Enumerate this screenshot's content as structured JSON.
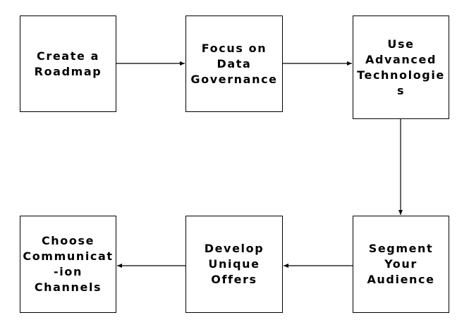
{
  "diagram": {
    "nodes": [
      {
        "id": "create-roadmap",
        "lines": [
          "Create a",
          "Roadmap"
        ]
      },
      {
        "id": "data-governance",
        "lines": [
          "Focus on",
          "Data",
          "Governance"
        ]
      },
      {
        "id": "advanced-tech",
        "lines": [
          "Use",
          "Advanced",
          "Technologie",
          "s"
        ]
      },
      {
        "id": "segment-audience",
        "lines": [
          "Segment",
          "Your",
          "Audience"
        ]
      },
      {
        "id": "unique-offers",
        "lines": [
          "Develop",
          "Unique",
          "Offers"
        ]
      },
      {
        "id": "communication-channels",
        "lines": [
          "Choose",
          "Communicat",
          "-ion",
          "Channels"
        ]
      }
    ],
    "edges": [
      {
        "from": "create-roadmap",
        "to": "data-governance"
      },
      {
        "from": "data-governance",
        "to": "advanced-tech"
      },
      {
        "from": "advanced-tech",
        "to": "segment-audience"
      },
      {
        "from": "segment-audience",
        "to": "unique-offers"
      },
      {
        "from": "unique-offers",
        "to": "communication-channels"
      }
    ]
  }
}
